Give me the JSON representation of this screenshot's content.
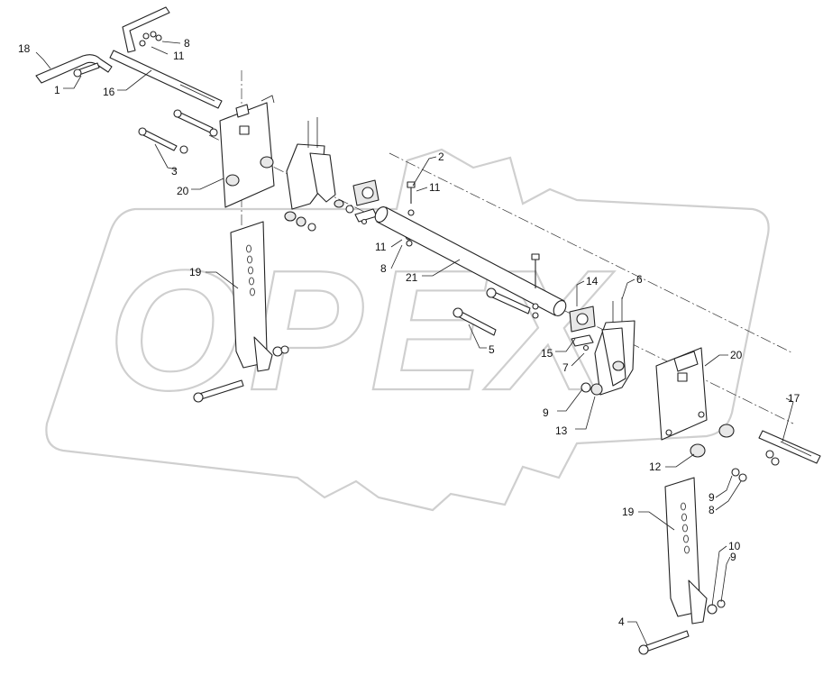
{
  "watermark": {
    "text": "OPEX"
  },
  "labels": {
    "l1": "1",
    "l2": "2",
    "l3": "3",
    "l4": "4",
    "l5": "5",
    "l6": "6",
    "l7": "7",
    "l8a": "8",
    "l8b": "8",
    "l8c": "8",
    "l9a": "9",
    "l9b": "9",
    "l9c": "9",
    "l10": "10",
    "l11a": "11",
    "l11b": "11",
    "l11c": "11",
    "l12": "12",
    "l13": "13",
    "l14": "14",
    "l15": "15",
    "l16": "16",
    "l17": "17",
    "l18": "18",
    "l19a": "19",
    "l19b": "19",
    "l20a": "20",
    "l20b": "20",
    "l21": "21"
  }
}
